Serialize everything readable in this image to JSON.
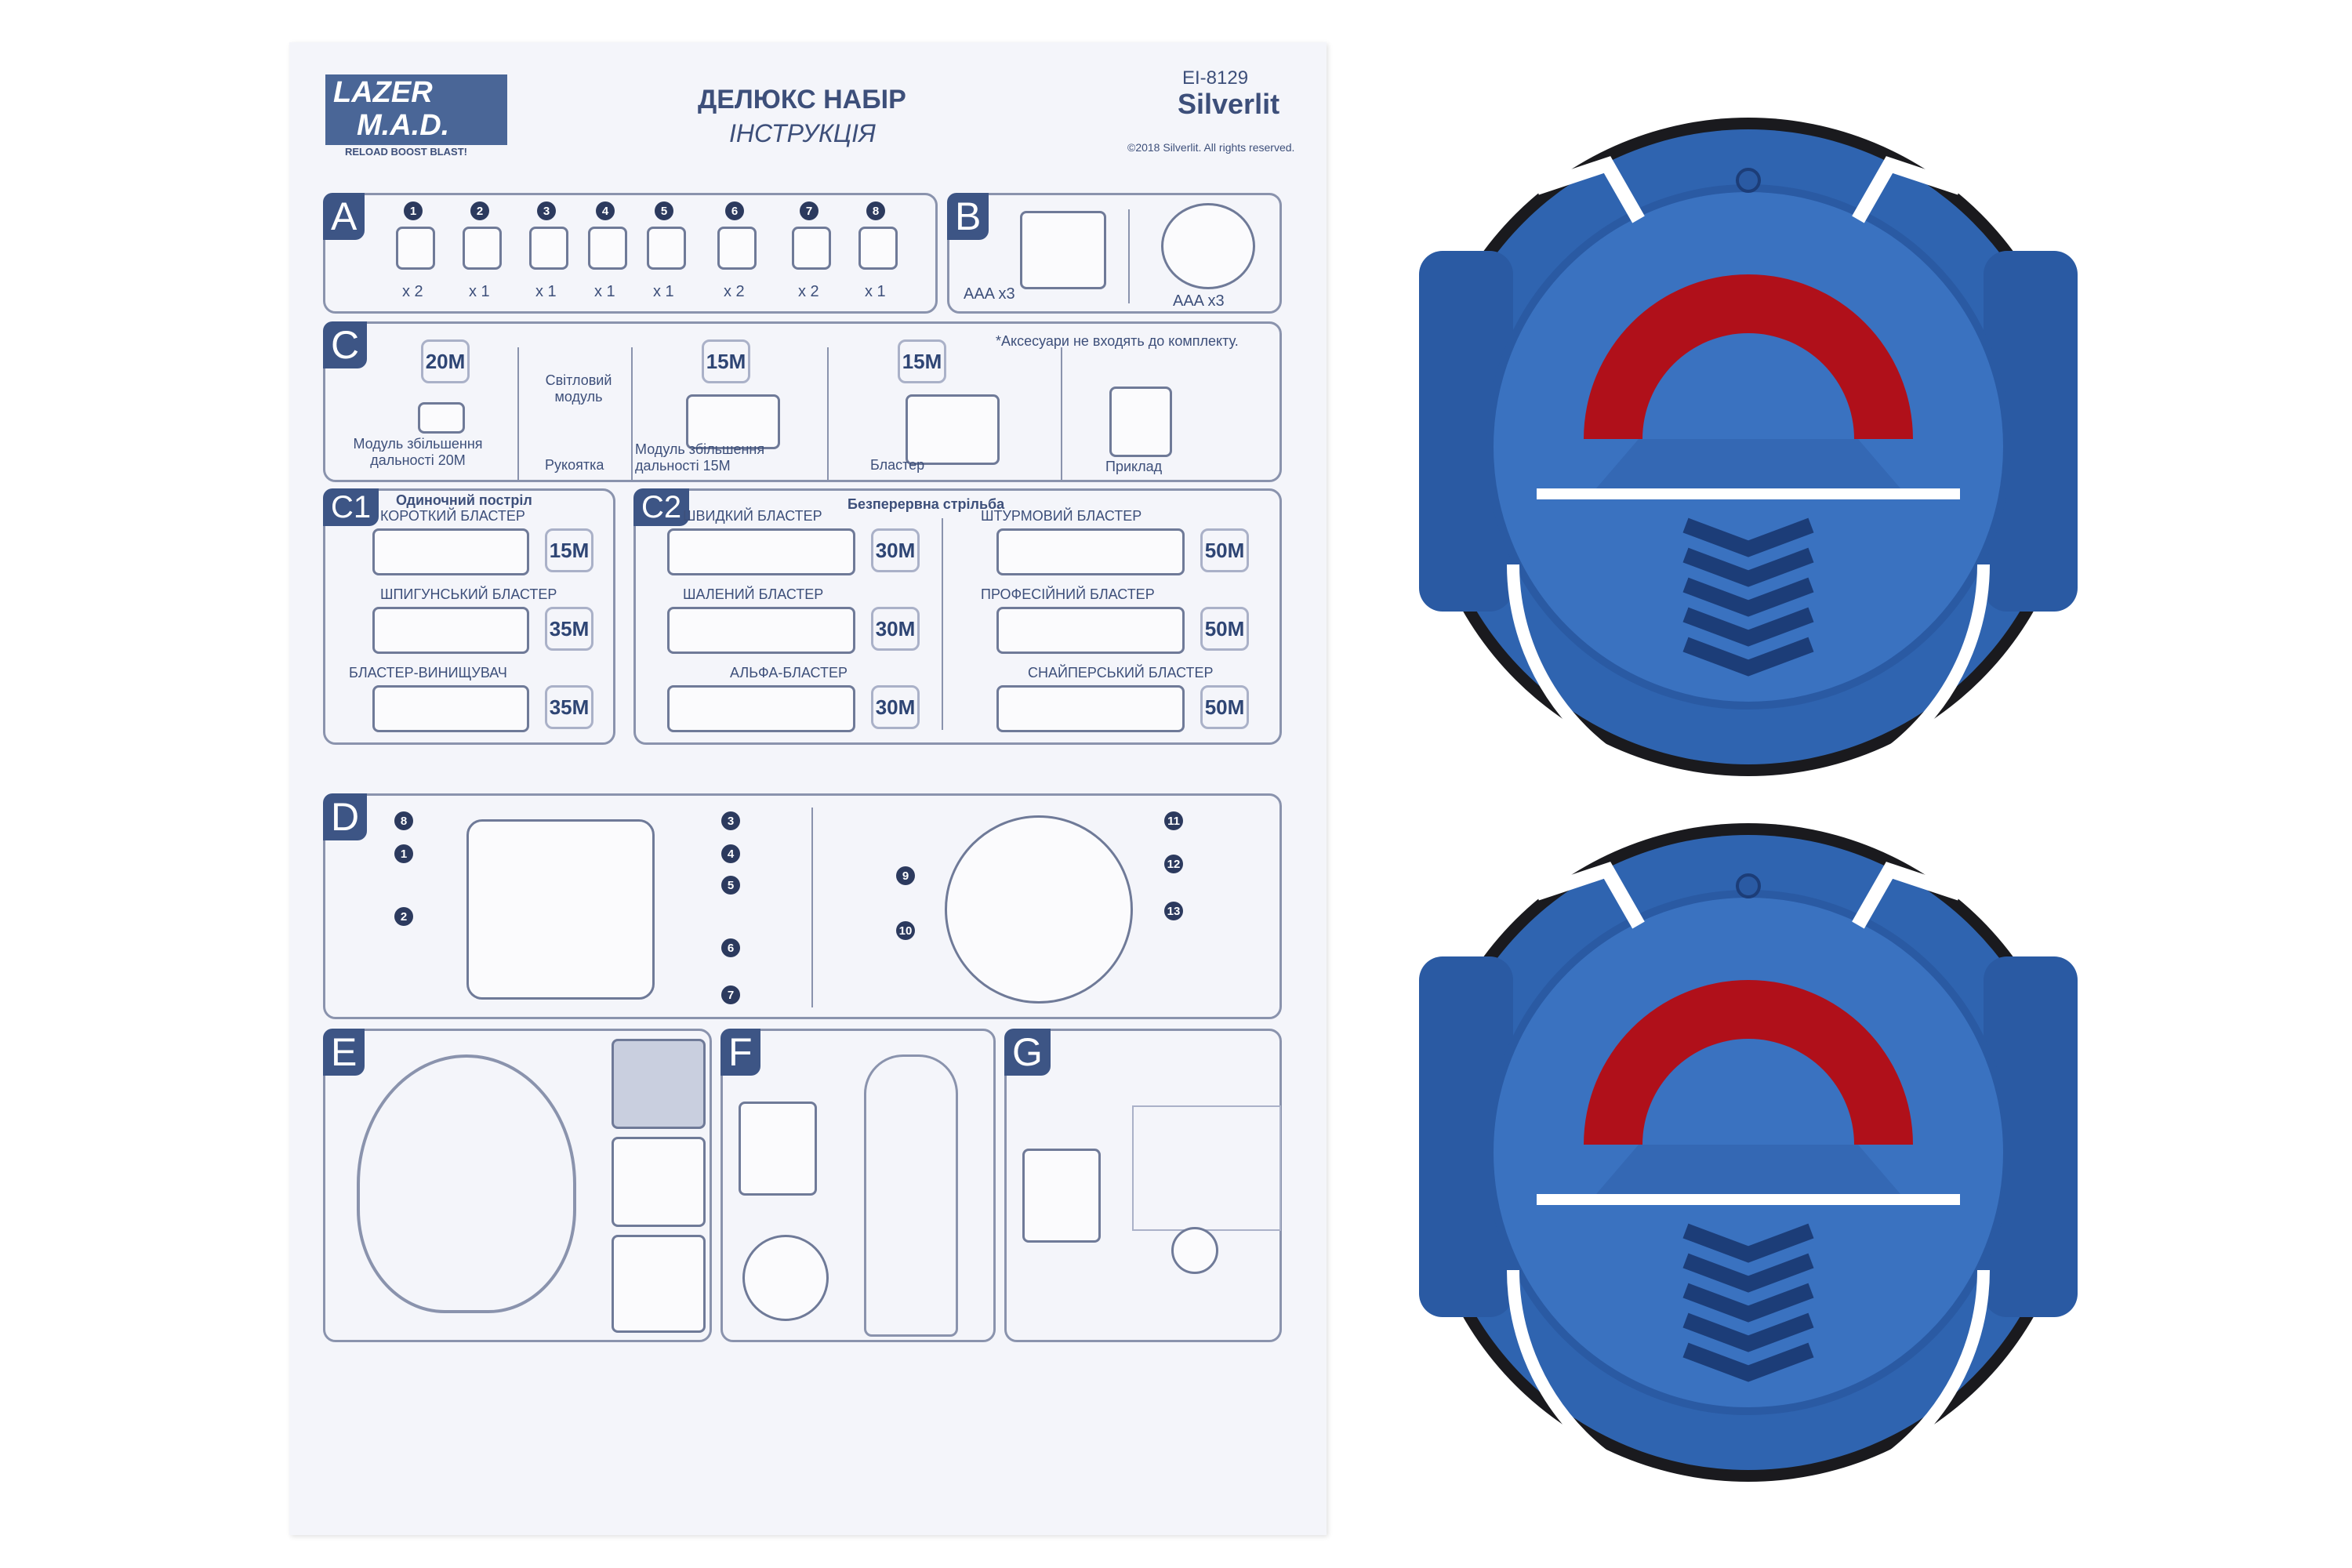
{
  "header": {
    "logo_line1": "LAZER",
    "logo_line2": "M.A.D.",
    "logo_tagline": "RELOAD BOOST BLAST!",
    "title": "ДЕЛЮКС НАБІР",
    "subtitle": "ІНСТРУКЦІЯ",
    "model": "EI-8129",
    "brand": "Silverlit",
    "copyright": "©2018 Silverlit. All rights reserved."
  },
  "sectionA": {
    "tag": "A",
    "items": [
      {
        "n": "1",
        "qty": "x 2"
      },
      {
        "n": "2",
        "qty": "x 1"
      },
      {
        "n": "3",
        "qty": "x 1"
      },
      {
        "n": "4",
        "qty": "x 1"
      },
      {
        "n": "5",
        "qty": "x 1"
      },
      {
        "n": "6",
        "qty": "x 2"
      },
      {
        "n": "7",
        "qty": "x 2"
      },
      {
        "n": "8",
        "qty": "x 1"
      }
    ]
  },
  "sectionB": {
    "tag": "B",
    "left": "AAA x3",
    "right": "AAA x3"
  },
  "sectionC": {
    "tag": "C",
    "note": "*Аксесуари не входять до комплекту.",
    "range20": "20M",
    "label20": "Модуль збільшення дальності 20M",
    "light": "Світловий модуль",
    "grip": "Рукоятка",
    "range15a": "15M",
    "label15": "Модуль збільшення дальності 15M",
    "range15b": "15M",
    "blaster": "Бластер",
    "stock": "Приклад"
  },
  "sectionC1": {
    "tag": "C1",
    "heading": "Одиночний постріл",
    "items": [
      {
        "name": "КОРОТКИЙ БЛАСТЕР",
        "range": "15M"
      },
      {
        "name": "ШПИГУНСЬКИЙ БЛАСТЕР",
        "range": "35M"
      },
      {
        "name": "БЛАСТЕР-ВИНИЩУВАЧ",
        "range": "35M"
      }
    ]
  },
  "sectionC2": {
    "tag": "C2",
    "heading": "Безперервна стрільба",
    "items": [
      {
        "name": "ШВИДКИЙ БЛАСТЕР",
        "range": "30M"
      },
      {
        "name": "ШАЛЕНИЙ БЛАСТЕР",
        "range": "30M"
      },
      {
        "name": "АЛЬФА-БЛАСТЕР",
        "range": "30M"
      },
      {
        "name": "ШТУРМОВИЙ БЛАСТЕР",
        "range": "50M"
      },
      {
        "name": "ПРОФЕСІЙНИЙ БЛАСТЕР",
        "range": "50M"
      },
      {
        "name": "СНАЙПЕРСЬКИЙ БЛАСТЕР",
        "range": "50M"
      }
    ]
  },
  "sectionD": {
    "tag": "D",
    "callouts": [
      "1",
      "2",
      "3",
      "4",
      "5",
      "6",
      "7",
      "8",
      "9",
      "10",
      "11",
      "12",
      "13"
    ]
  },
  "sectionE": {
    "tag": "E"
  },
  "sectionF": {
    "tag": "F"
  },
  "sectionG": {
    "tag": "G"
  },
  "colors": {
    "target_blue": "#2f64b0",
    "target_red": "#b0101a",
    "ink": "#3d4f7a"
  }
}
